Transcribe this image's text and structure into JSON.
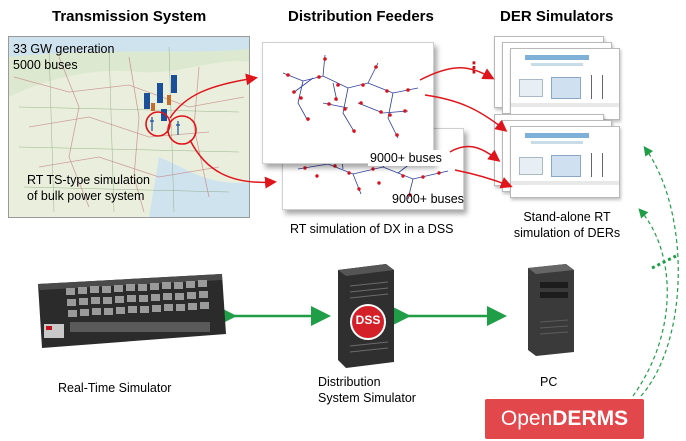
{
  "headings": {
    "transmission": "Transmission System",
    "distribution": "Distribution Feeders",
    "der": "DER Simulators"
  },
  "map": {
    "generation": "33 GW generation",
    "buses": "5000 buses",
    "rt_line1": "RT TS-type simulation",
    "rt_line2": "of bulk power system"
  },
  "feeders": {
    "buses_a": "9000+ buses",
    "buses_b": "9000+ buses",
    "dots": "⋮",
    "caption": "RT simulation of DX in a DSS"
  },
  "der": {
    "caption_line1": "Stand-alone RT",
    "caption_line2": "simulation of DERs"
  },
  "hardware": {
    "rts_label": "Real-Time  Simulator",
    "dss_label_line1": "Distribution",
    "dss_label_line2": "System Simulator",
    "dss_badge": "DSS",
    "pc_label": "PC"
  },
  "logo": {
    "text_light": "Open",
    "text_bold": "DERMS"
  },
  "colors": {
    "arrow_red": "#e0141b",
    "arrow_green": "#1f9e47",
    "logo_red": "#e2474c"
  }
}
